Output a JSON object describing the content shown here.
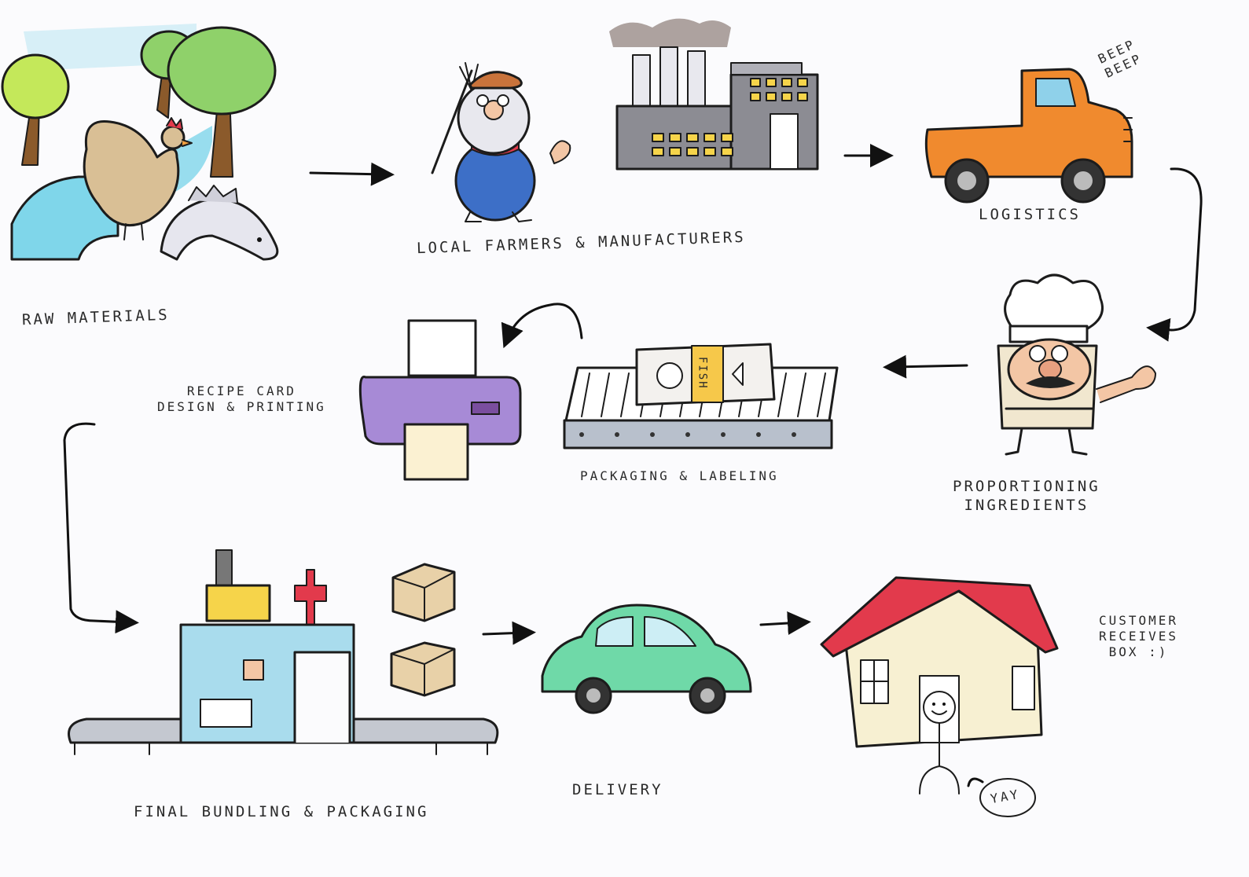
{
  "steps": {
    "raw_materials": "RAW MATERIALS",
    "local_farmers": "LOCAL FARMERS & MANUFACTURERS",
    "logistics": "LOGISTICS",
    "beep": "BEEP\nBEEP",
    "proportioning": "PROPORTIONING\nINGREDIENTS",
    "packaging_labeling": "PACKAGING & LABELING",
    "fish_label": "FISH",
    "recipe_card": "RECIPE CARD\nDESIGN & PRINTING",
    "final_bundling": "FINAL BUNDLING & PACKAGING",
    "delivery": "DELIVERY",
    "customer": "CUSTOMER\nRECEIVES\nBOX :)",
    "yay": "YAY"
  },
  "colors": {
    "water": "#7fd6ea",
    "tree": "#8fd16a",
    "truck": "#f08a2e",
    "printer": "#a78ad6",
    "machine": "#a9dced",
    "car": "#6fd9a8",
    "roof": "#e23a4c",
    "house": "#f7f0d2",
    "box": "#e8d1a8",
    "factory": "#8c8c93",
    "overalls": "#3d6fc7"
  }
}
